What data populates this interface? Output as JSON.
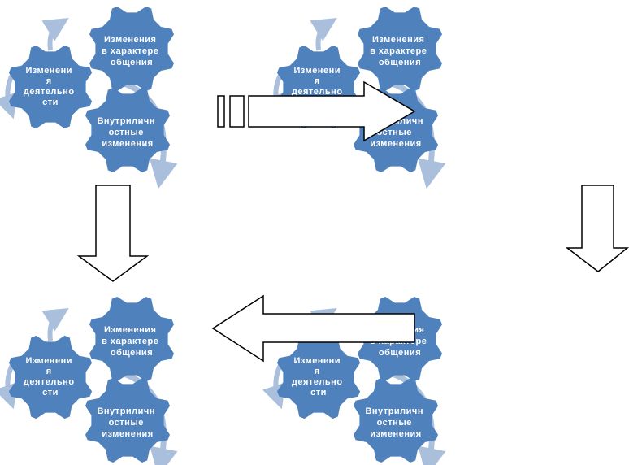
{
  "colors": {
    "gear_fill": "#4f81bd",
    "gear_fill_dark": "#466fa6",
    "cycle_arrow": "#a9bfdc",
    "arrow_fill": "#ffffff",
    "arrow_stroke": "#000000",
    "text": "#ffffff"
  },
  "gear_labels": {
    "activity": [
      "Изменени",
      "я",
      "деятельно",
      "сти"
    ],
    "communication": [
      "Изменения",
      "в характере",
      "общения"
    ],
    "internal": [
      "Внутриличн",
      "остные",
      "изменения"
    ]
  },
  "diagram": {
    "clusters": [
      "cluster-top-left",
      "cluster-top-right",
      "cluster-bottom-left",
      "cluster-bottom-right"
    ],
    "arrows": [
      "right",
      "down-left",
      "down-right",
      "left"
    ]
  }
}
